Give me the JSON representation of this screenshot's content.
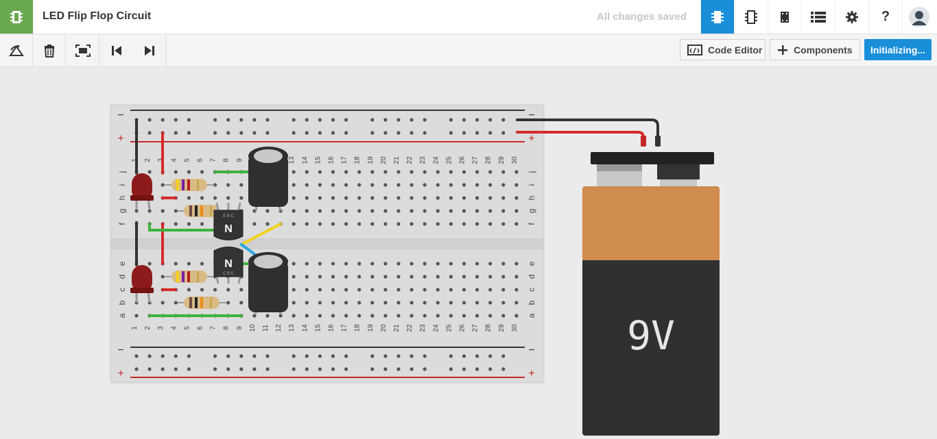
{
  "header": {
    "title": "LED Flip Flop Circuit",
    "save_status": "All changes saved",
    "icons": [
      "circuit-view-icon",
      "schematic-view-icon",
      "component-list-icon",
      "bom-list-icon",
      "settings-gear-icon",
      "help-icon",
      "user-avatar-icon"
    ]
  },
  "toolbar": {
    "tools": [
      "rotate-icon",
      "delete-trash-icon",
      "zoom-fit-icon",
      "step-back-icon",
      "step-forward-icon"
    ],
    "code_editor_label": "Code Editor",
    "components_label": "Components",
    "simulate_label": "Initializing..."
  },
  "breadboard": {
    "power_rail_minus": "−",
    "power_rail_plus": "+",
    "row_letters_top": [
      "j",
      "i",
      "h",
      "g",
      "f"
    ],
    "row_letters_bottom": [
      "e",
      "d",
      "c",
      "b",
      "a"
    ],
    "column_numbers": [
      "1",
      "2",
      "3",
      "4",
      "5",
      "6",
      "7",
      "8",
      "9",
      "10",
      "11",
      "12",
      "13",
      "14",
      "15",
      "16",
      "17",
      "18",
      "19",
      "20",
      "21",
      "22",
      "23",
      "24",
      "25",
      "26",
      "27",
      "28",
      "29",
      "30"
    ]
  },
  "components": {
    "transistor_label": "N",
    "transistor_pins_top": "E B C",
    "transistor_pins_bottom": "C B E",
    "battery_label": "9V"
  },
  "colors": {
    "accent": "#1a8fd9",
    "app_tile": "#6aa84f",
    "wire_red": "#d42a2a",
    "wire_green": "#3bb33b",
    "wire_yellow": "#f2d21b",
    "wire_blue": "#2aa7dc",
    "battery_top": "#d08b4e"
  }
}
